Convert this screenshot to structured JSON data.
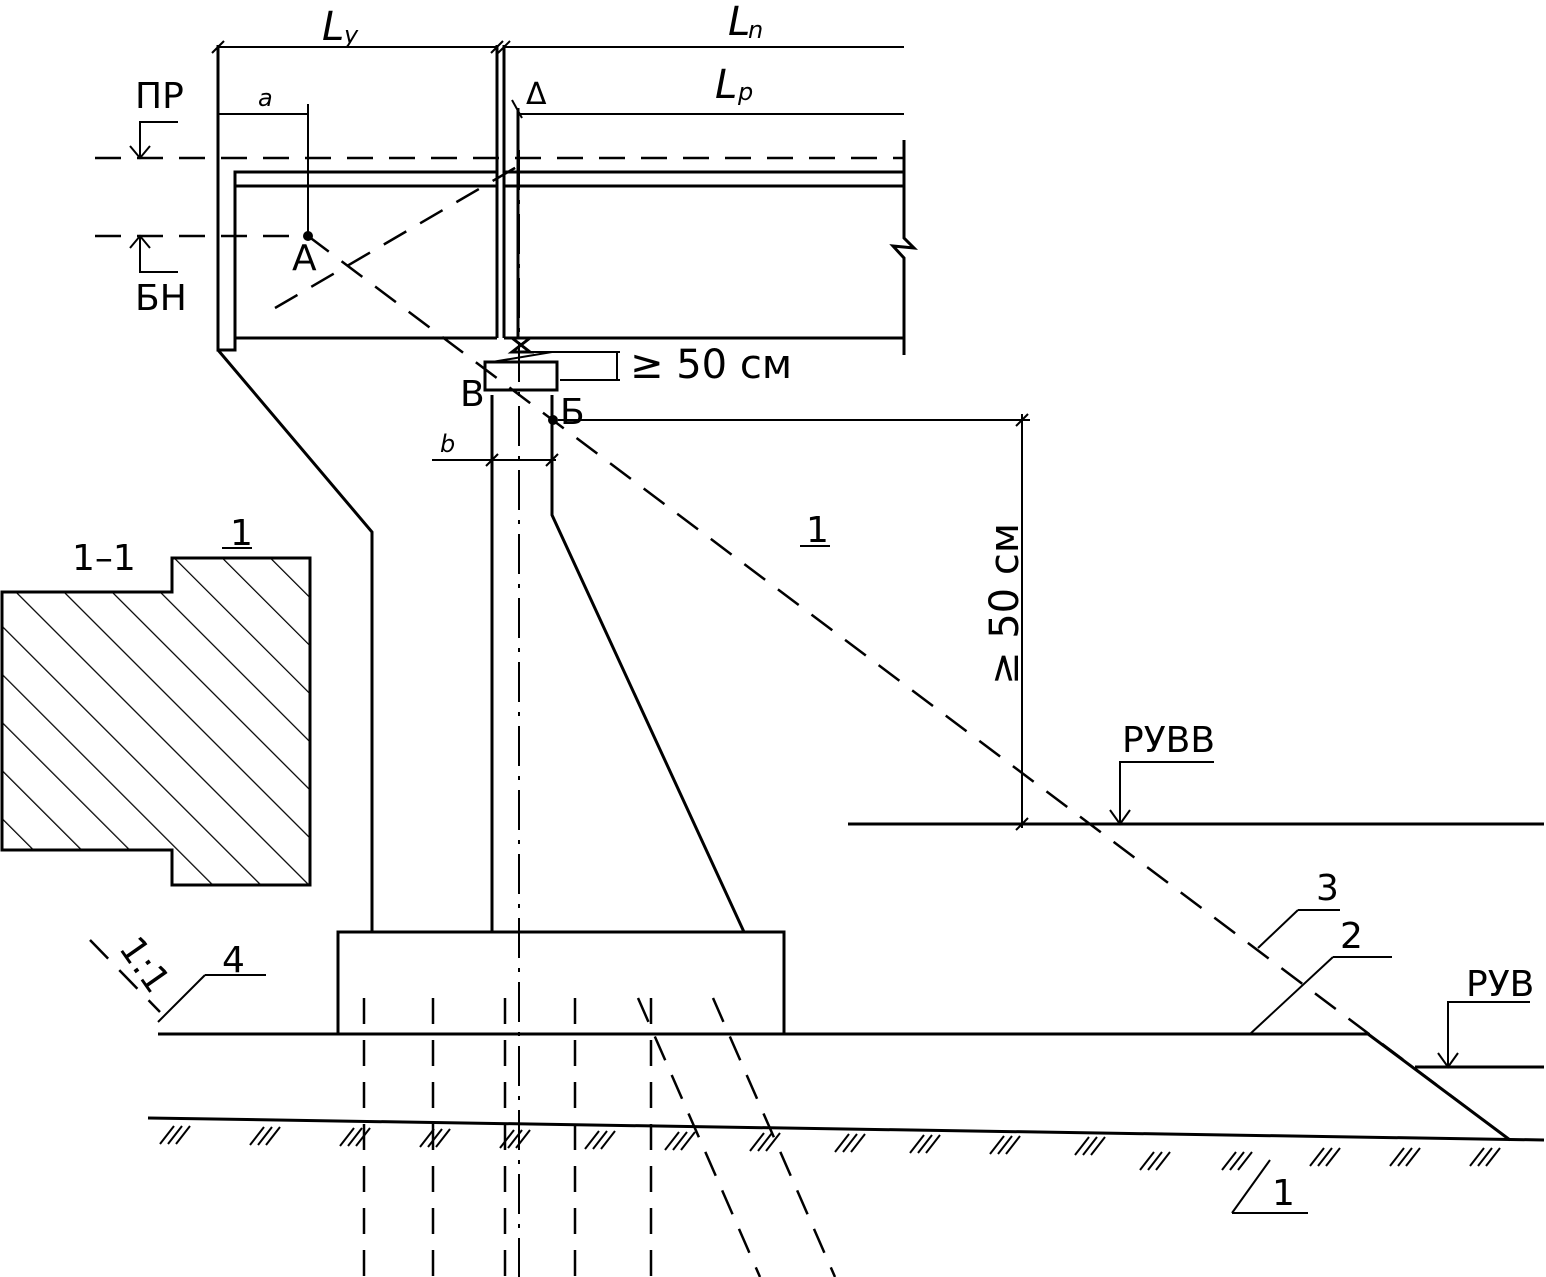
{
  "diagram": {
    "dimensions": {
      "l_y": "L",
      "l_y_sub": "y",
      "l_n": "L",
      "l_n_sub": "n",
      "l_p": "L",
      "l_p_sub": "p",
      "a": "a",
      "b": "b",
      "delta": "Δ"
    },
    "levels": {
      "pr": "ПР",
      "bn": "БН",
      "ruvv": "РУВВ",
      "ruv": "РУВ"
    },
    "points": {
      "a": "А",
      "b_pt": "Б",
      "v": "В"
    },
    "clearances": {
      "horizontal": "≥ 50  см",
      "vertical": "≥ 50  см"
    },
    "section": {
      "title": "1–1",
      "marker": "1"
    },
    "slope": "1:1",
    "callouts": {
      "c1_top": "1",
      "c1_bottom": "1",
      "c2": "2",
      "c3": "3",
      "c4": "4"
    }
  }
}
